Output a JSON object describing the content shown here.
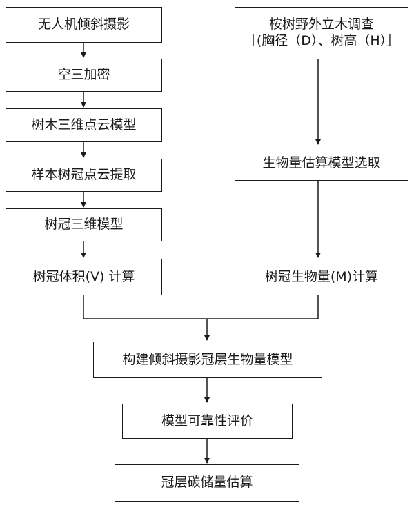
{
  "left_column": [
    "无人机倾斜摄影",
    "空三加密",
    "树木三维点云模型",
    "样本树冠点云提取",
    "树冠三维模型",
    "树冠体积(V) 计算"
  ],
  "right_column": {
    "survey": [
      "桉树野外立木调查",
      "［(胸径（D）、树高（H）］"
    ],
    "model_selection": "生物量估算模型选取",
    "biomass_calc": "树冠生物量(M)计算"
  },
  "bottom_chain": [
    "构建倾斜摄影冠层生物量模型",
    "模型可靠性评价",
    "冠层碳储量估算"
  ],
  "colors": {
    "line": "#1a1a1a",
    "box_fill": "#ffffff"
  }
}
